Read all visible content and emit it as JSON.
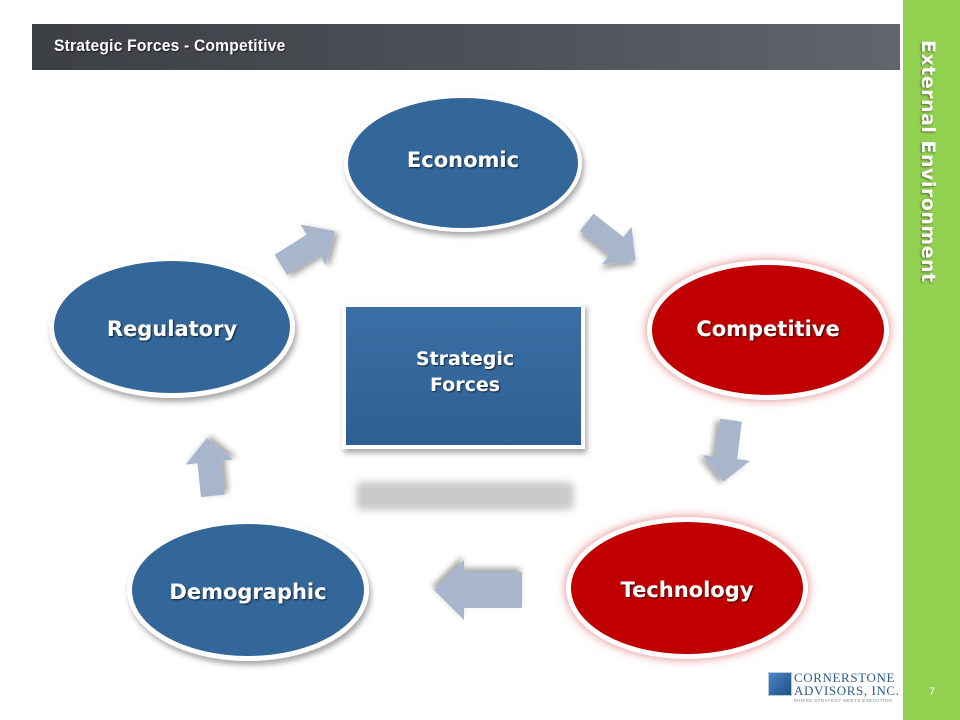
{
  "header": {
    "title": "Strategic Forces - Competitive"
  },
  "sidebar": {
    "label": "External Environment"
  },
  "page_number": "7",
  "diagram": {
    "center": "Strategic Forces",
    "nodes": [
      {
        "id": "economic",
        "label": "Economic",
        "highlighted": false
      },
      {
        "id": "competitive",
        "label": "Competitive",
        "highlighted": true
      },
      {
        "id": "technology",
        "label": "Technology",
        "highlighted": true
      },
      {
        "id": "demographic",
        "label": "Demographic",
        "highlighted": false
      },
      {
        "id": "regulatory",
        "label": "Regulatory",
        "highlighted": false
      }
    ],
    "cycle_order": [
      "Economic",
      "Competitive",
      "Technology",
      "Demographic",
      "Regulatory"
    ]
  },
  "logo": {
    "name_line1": "CORNERSTONE",
    "name_line2": "ADVISORS, INC.",
    "tagline": "WHERE STRATEGY MEETS EXECUTION"
  },
  "colors": {
    "blue_node": "#336699",
    "red_node": "#c00000",
    "arrow": "#a8b6cc",
    "sidebar": "#92d050",
    "header": "#4a4d52"
  }
}
